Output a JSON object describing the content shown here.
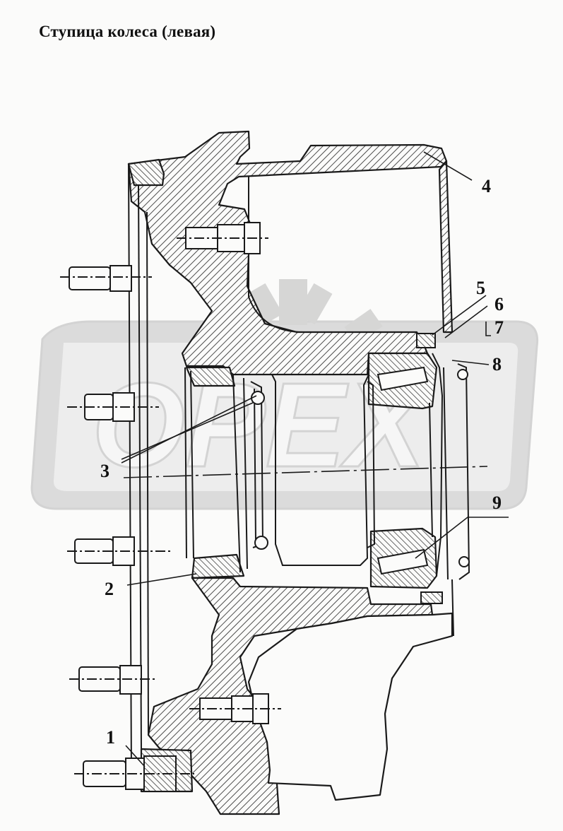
{
  "title": "Ступица колеса (левая)",
  "watermark": "OPEX",
  "callouts": [
    "1",
    "2",
    "3",
    "4",
    "5",
    "6",
    "7",
    "8",
    "9"
  ],
  "colors": {
    "ink": "#1a1a1a",
    "background": "#fbfbfa",
    "watermark": "#d4d4d4"
  }
}
